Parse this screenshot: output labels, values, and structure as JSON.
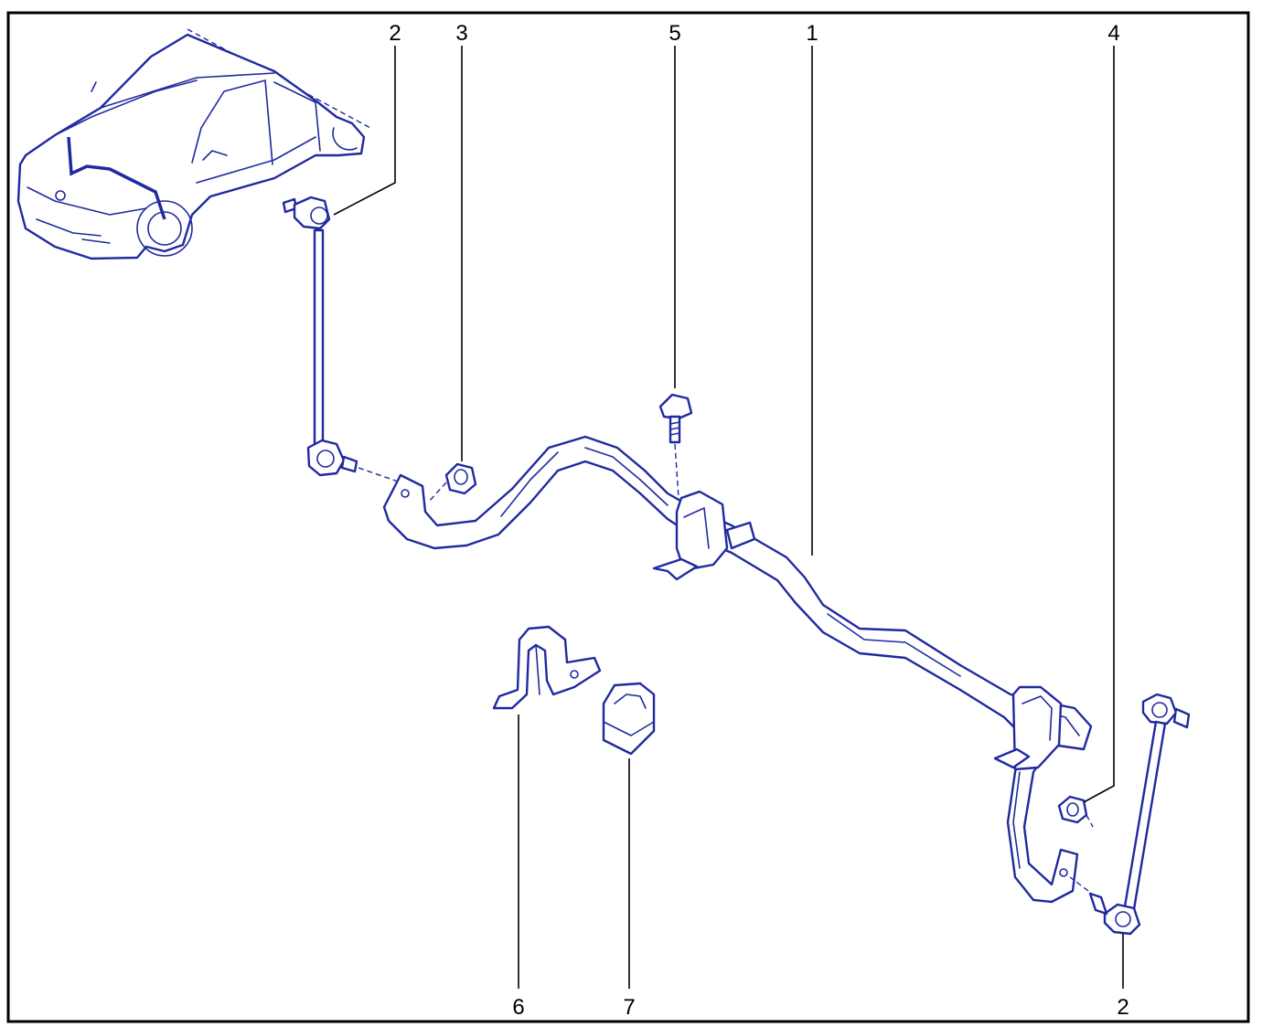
{
  "colors": {
    "line": "#1f2a9e",
    "leader": "#000000",
    "frame": "#000000",
    "background": "#ffffff"
  },
  "callouts": [
    {
      "id": "c2a",
      "label": "2"
    },
    {
      "id": "c3",
      "label": "3"
    },
    {
      "id": "c5",
      "label": "5"
    },
    {
      "id": "c1",
      "label": "1"
    },
    {
      "id": "c4",
      "label": "4"
    },
    {
      "id": "c6",
      "label": "6"
    },
    {
      "id": "c7",
      "label": "7"
    },
    {
      "id": "c2b",
      "label": "2"
    }
  ]
}
